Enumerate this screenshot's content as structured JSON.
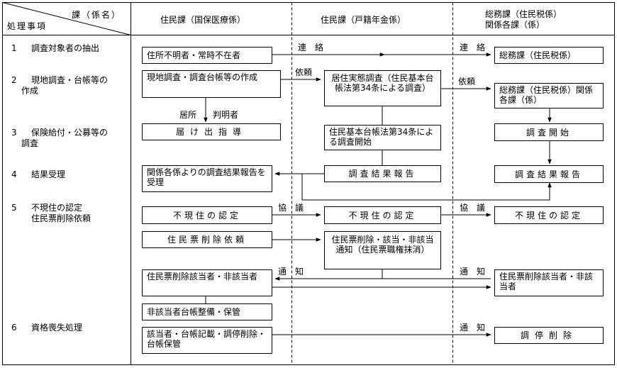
{
  "header": {
    "dept_label": "課（係名）",
    "process_label": "処理事項",
    "col1": "住民課（国保医療係）",
    "col2": "住民課（戸籍年金係）",
    "col3_line1": "総務課（住民税係）",
    "col3_line2": "関係各課（係）"
  },
  "steps": [
    {
      "num": "1",
      "label": "調査対象者の抽出"
    },
    {
      "num": "2",
      "label_line1": "現地調査・台帳等の",
      "label_line2": "作成"
    },
    {
      "num": "3",
      "label_line1": "保険給付・公募等の",
      "label_line2": "調査"
    },
    {
      "num": "4",
      "label": "結果受理"
    },
    {
      "num": "5",
      "label_line1": "不現住の認定",
      "label_line2": "住民票削除依頼"
    },
    {
      "num": "6",
      "label": "資格喪失処理"
    }
  ],
  "boxes": {
    "b1": "住所不明者・常時不在者",
    "b2": "総務課（住民税係）",
    "b3": "現地調査・調査台帳等の作成",
    "b4": "居住実態調査（住民基本台帳法第34条による調査）",
    "b5": "総務課（住民税係）関係各課（係）",
    "b6": "届け出指導",
    "b7": "住民基本台帳法第34条による調査開始",
    "b8": "調査開始",
    "b9": "関係各係よりの調査結果報告を受理",
    "b10": "調査結果報告",
    "b11": "調査結果報告",
    "b12": "不現住の認定",
    "b13": "不現住の認定",
    "b14": "不現住の認定",
    "b15": "住民票削除依頼",
    "b16": "住民票削除・該当・非該当通知（住民票職権抹消）",
    "b17": "住民票削除該当者・非該当者",
    "b18": "住民票削除該当者・非該当者",
    "b19": "非該当者台帳整備・保管",
    "b20": "該当者・台帳記載・調停削除・台帳保管",
    "b21": "調停削除"
  },
  "labels": {
    "renraku1": "連　絡",
    "renraku2": "連　絡",
    "irai1": "依頼",
    "irai2": "依頼",
    "kyosho": "居所",
    "hanmei": "判明者",
    "kyogi1": "協　議",
    "kyogi2": "協　議",
    "tsuchi1": "通　知",
    "tsuchi2": "通　知",
    "tsuchi3": "通　知"
  }
}
